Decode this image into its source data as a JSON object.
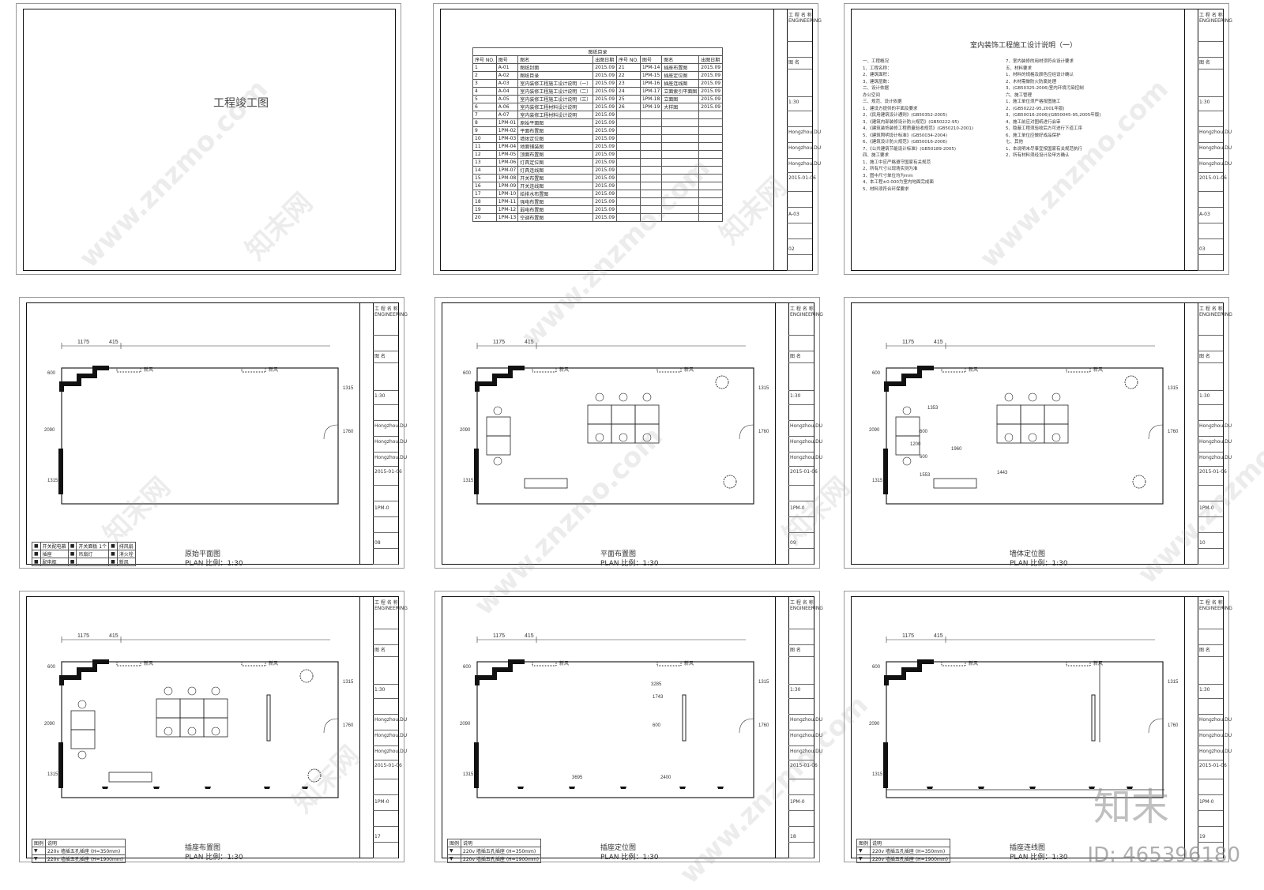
{
  "sheets": [
    {
      "caption": "",
      "scale": "",
      "no": ""
    },
    {
      "caption": "",
      "scale": "",
      "no": "02"
    },
    {
      "caption": "",
      "scale": "",
      "no": "03"
    },
    {
      "caption": "原始平面图",
      "scale": "PLAN 比例：1:30",
      "no": "08"
    },
    {
      "caption": "平面布置图",
      "scale": "PLAN 比例：1:30",
      "no": "09"
    },
    {
      "caption": "墙体定位图",
      "scale": "PLAN 比例：1:30",
      "no": "10"
    },
    {
      "caption": "插座布置图",
      "scale": "PLAN 比例：1:30",
      "no": "17"
    },
    {
      "caption": "插座定位图",
      "scale": "PLAN 比例：1:30",
      "no": "18"
    },
    {
      "caption": "插座连线图",
      "scale": "PLAN 比例：1:30",
      "no": "19"
    }
  ],
  "cover_title": "工程竣工图",
  "index": {
    "title": "图纸目录",
    "header": [
      "序号 NO.",
      "图号",
      "图名",
      "出图日期",
      "序号 NO.",
      "图号",
      "图名",
      "出图日期"
    ],
    "rows": [
      [
        "1",
        "A-01",
        "图纸封面",
        "2015.09",
        "21",
        "1PM-14",
        "插座布置图",
        "2015.09"
      ],
      [
        "2",
        "A-02",
        "图纸目录",
        "2015.09",
        "22",
        "1PM-15",
        "插座定位图",
        "2015.09"
      ],
      [
        "3",
        "A-03",
        "室内装修工程施工设计说明（一）",
        "2015.09",
        "23",
        "1PM-16",
        "插座连线图",
        "2015.09"
      ],
      [
        "4",
        "A-04",
        "室内装修工程施工设计说明（二）",
        "2015.09",
        "24",
        "1PM-17",
        "立面索引平面图",
        "2015.09"
      ],
      [
        "5",
        "A-05",
        "室内装修工程施工设计说明（三）",
        "2015.09",
        "25",
        "1PM-18",
        "立面图",
        "2015.09"
      ],
      [
        "6",
        "A-06",
        "室内装修工程材料设计说明",
        "2015.09",
        "26",
        "1PM-19",
        "大样图",
        "2015.09"
      ],
      [
        "7",
        "A-07",
        "室内装修工程材料设计说明",
        "2015.09",
        "",
        "",
        "",
        ""
      ],
      [
        "8",
        "1PM-01",
        "原始平面图",
        "2015.09",
        "",
        "",
        "",
        ""
      ],
      [
        "9",
        "1PM-02",
        "平面布置图",
        "2015.09",
        "",
        "",
        "",
        ""
      ],
      [
        "10",
        "1PM-03",
        "墙体定位图",
        "2015.09",
        "",
        "",
        "",
        ""
      ],
      [
        "11",
        "1PM-04",
        "地面铺装图",
        "2015.09",
        "",
        "",
        "",
        ""
      ],
      [
        "12",
        "1PM-05",
        "顶面布置图",
        "2015.09",
        "",
        "",
        "",
        ""
      ],
      [
        "13",
        "1PM-06",
        "灯具定位图",
        "2015.09",
        "",
        "",
        "",
        ""
      ],
      [
        "14",
        "1PM-07",
        "灯具连线图",
        "2015.09",
        "",
        "",
        "",
        ""
      ],
      [
        "15",
        "1PM-08",
        "开关布置图",
        "2015.09",
        "",
        "",
        "",
        ""
      ],
      [
        "16",
        "1PM-09",
        "开关连线图",
        "2015.09",
        "",
        "",
        "",
        ""
      ],
      [
        "17",
        "1PM-10",
        "给排水布置图",
        "2015.09",
        "",
        "",
        "",
        ""
      ],
      [
        "18",
        "1PM-11",
        "强电布置图",
        "2015.09",
        "",
        "",
        "",
        ""
      ],
      [
        "19",
        "1PM-12",
        "弱电布置图",
        "2015.09",
        "",
        "",
        "",
        ""
      ],
      [
        "20",
        "1PM-13",
        "空调布置图",
        "2015.09",
        "",
        "",
        "",
        ""
      ]
    ]
  },
  "notes": {
    "title": "室内装饰工程施工设计说明（一）",
    "col1": [
      "一、工程概况",
      "1、工程名称：",
      "2、建筑面积：",
      "3、建筑层数：",
      "二、设计依据",
      "  办公空间",
      "三、规范、设计依据",
      "1、建设方提供的平面及要求",
      "2、《民用建筑设计通则》(GB50352-2005)",
      "3、《建筑内部装修设计防火规范》(GB50222-95)",
      "4、《建筑装饰装修工程质量验收规范》(GB50210-2001)",
      "5、《建筑照明设计标准》(GB50034-2004)",
      "6、《建筑设计防火规范》(GB50016-2006)",
      "7、《公共建筑节能设计标准》(GB50189-2005)",
      "四、施工要求",
      "1、施工中应严格遵守国家有关规范",
      "2、所有尺寸以现场实测为准",
      "3、图中尺寸单位均为mm",
      "4、本工程±0.000为室内地面完成面",
      "5、材料须符合环保要求"
    ],
    "col2": [
      "7、室内装修的用材须符合设计要求",
      "五、材料要求",
      "1、材料的规格及颜色应经设计确认",
      "2、木材需做防火防腐处理",
      "3、(GB50325-2006)室内环境污染控制",
      "六、施工管理",
      "1、施工单位须严格按图施工",
      "2、(GB50222-95,2001年版)",
      "3、(GB50016-2006)(GB50045-95,2005年版)",
      "4、施工前应对图纸进行会审",
      "5、隐蔽工程须验收后方可进行下道工序",
      "6、施工单位应做好成品保护",
      "七、其他",
      "1、本说明未尽事宜按国家有关规范执行",
      "2、所有材料须经设计及甲方确认"
    ]
  },
  "titleblock": {
    "eng": "工 程 名 称",
    "eng_en": "ENGINEERING",
    "scale": "1:30",
    "designer": "Hongzhou.DU",
    "date": "2015-01-06",
    "code_a": "A-03",
    "code_pm": "1PM-0"
  },
  "plan": {
    "dim_top": [
      "1175",
      "415"
    ],
    "dim_left": [
      "600",
      "2090",
      "1315"
    ],
    "dim_right": [
      "1315",
      "1760"
    ],
    "vent_label": "新风",
    "wall_dims": [
      "1353",
      "600",
      "1960",
      "600",
      "1200",
      "1553",
      "1443"
    ],
    "socket_dims": [
      "3285",
      "1743",
      "600",
      "3695",
      "2400"
    ]
  },
  "legend_text": {
    "hdr": [
      "图例",
      "说明"
    ],
    "r1": "220v 墙插五孔插座 (H=350mm)",
    "r2": "220v 墙插五孔插座 (H=1900mm)"
  },
  "legend_orig": [
    [
      "开关配电箱",
      "开关面板 1个",
      "排风扇"
    ],
    [
      "插座",
      "吊扇灯",
      "消火栓"
    ],
    [
      "配电柜",
      "",
      "新风"
    ]
  ],
  "watermark": {
    "site": "www.znzmo.com",
    "brand": "知末网",
    "big": "知末",
    "id": "ID: 465396180"
  }
}
